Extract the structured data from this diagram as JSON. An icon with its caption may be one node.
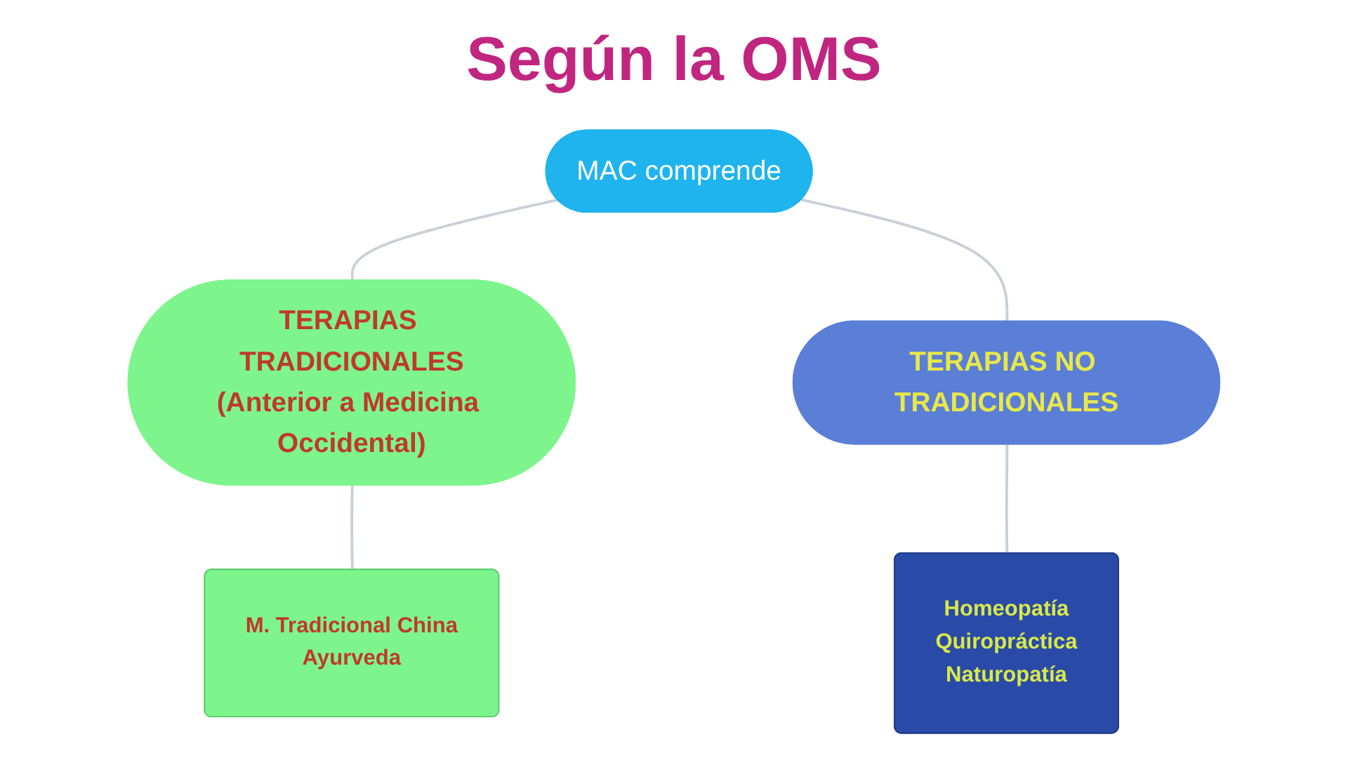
{
  "diagram": {
    "title": "Según la OMS",
    "nodes": [
      {
        "text": [
          "MAC comprende"
        ]
      },
      {
        "text": [
          "TERAPIAS TRADICIONALES",
          "(Anterior a Medicina Occidental)"
        ]
      },
      {
        "text": [
          "TERAPIAS NO TRADICIONALES"
        ]
      },
      {
        "text": [
          "M. Tradicional China",
          "Ayurveda"
        ]
      },
      {
        "text": [
          "Homeopatía",
          "Quiropráctica",
          "Naturopatía"
        ]
      }
    ],
    "edges": [
      {
        "from": 0,
        "to": 1,
        "arrow": "none"
      },
      {
        "from": 0,
        "to": 2,
        "arrow": "none"
      },
      {
        "from": 1,
        "to": 3,
        "arrow": "none"
      },
      {
        "from": 2,
        "to": 4,
        "arrow": "none"
      }
    ]
  }
}
